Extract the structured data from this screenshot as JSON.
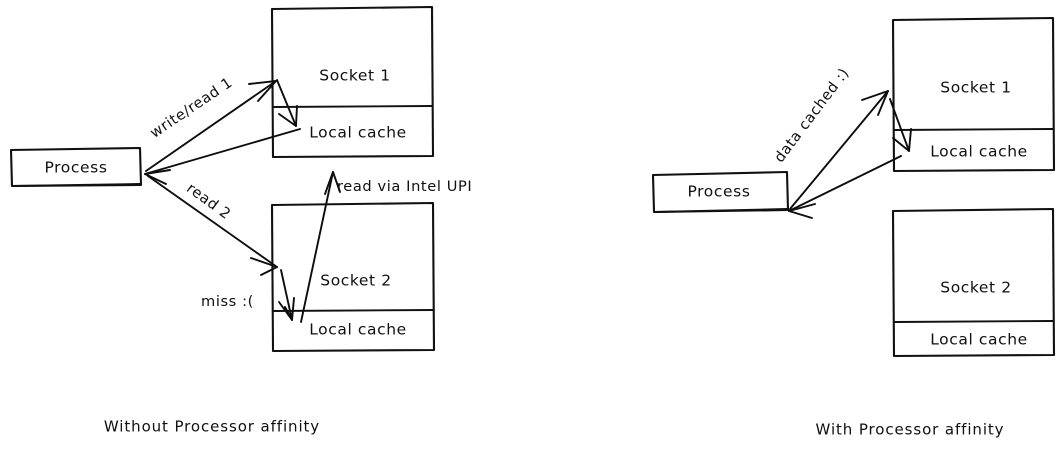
{
  "figure": {
    "title_left": "Without Processor affinity",
    "title_right": "With Processor affinity",
    "ink_color": "#111111",
    "background_color": "#ffffff"
  },
  "panels": [
    {
      "id": "without-affinity",
      "caption": "Without Processor affinity",
      "process": {
        "label": "Process"
      },
      "sockets": [
        {
          "name": "Socket 1",
          "cache": "Local cache"
        },
        {
          "name": "Socket 2",
          "cache": "Local cache"
        }
      ],
      "edges": [
        {
          "id": "write-read-1",
          "label": "write/read 1"
        },
        {
          "id": "read-2",
          "label": "read 2"
        },
        {
          "id": "upi",
          "label": "read via Intel UPI"
        },
        {
          "id": "miss",
          "label": "miss :("
        }
      ]
    },
    {
      "id": "with-affinity",
      "caption": "With Processor affinity",
      "process": {
        "label": "Process"
      },
      "sockets": [
        {
          "name": "Socket 1",
          "cache": "Local cache"
        },
        {
          "name": "Socket 2",
          "cache": "Local cache"
        }
      ],
      "edges": [
        {
          "id": "data-cached",
          "label": "data cached :)"
        }
      ]
    }
  ]
}
